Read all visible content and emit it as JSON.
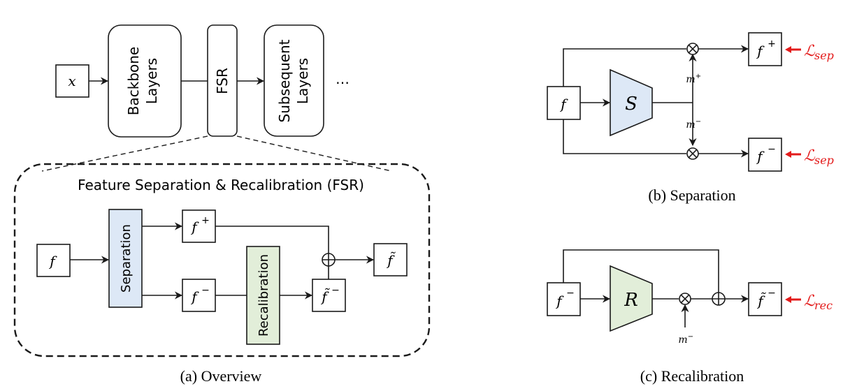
{
  "overview": {
    "input_label": "x",
    "backbone_label_line1": "Backbone",
    "backbone_label_line2": "Layers",
    "fsr_label": "FSR",
    "subsequent_label_line1": "Subsequent",
    "subsequent_label_line2": "Layers",
    "ellipsis": "…",
    "fsr_panel_title": "Feature Separation & Recalibration (FSR)",
    "f_label": "f",
    "separation_label": "Separation",
    "f_plus_base": "f",
    "f_plus_sup": "+",
    "f_minus_base": "f",
    "f_minus_sup": "−",
    "recalibration_label": "Recalibration",
    "f_tilde_minus_base": "f̃",
    "f_tilde_minus_sup": "−",
    "f_tilde_label": "f̃",
    "caption": "(a) Overview"
  },
  "separation": {
    "f_label": "f",
    "s_label": "S",
    "m_plus_base": "m",
    "m_plus_sup": "+",
    "m_minus_base": "m",
    "m_minus_sup": "−",
    "f_plus_base": "f",
    "f_plus_sup": "+",
    "f_minus_base": "f",
    "f_minus_sup": "−",
    "loss_base": "ℒ",
    "loss_sub": "sep",
    "caption": "(b) Separation"
  },
  "recalibration": {
    "f_minus_base": "f",
    "f_minus_sup": "−",
    "r_label": "R",
    "m_minus_base": "m",
    "m_minus_sup": "−",
    "f_tilde_minus_base": "f̃",
    "f_tilde_minus_sup": "−",
    "loss_base": "ℒ",
    "loss_sub": "rec",
    "caption": "(c) Recalibration"
  },
  "colors": {
    "separation_fill": "#dde8f6",
    "recalibration_fill": "#e2eed9",
    "loss_red": "#e31b1b",
    "stroke": "#1a1a1a"
  }
}
